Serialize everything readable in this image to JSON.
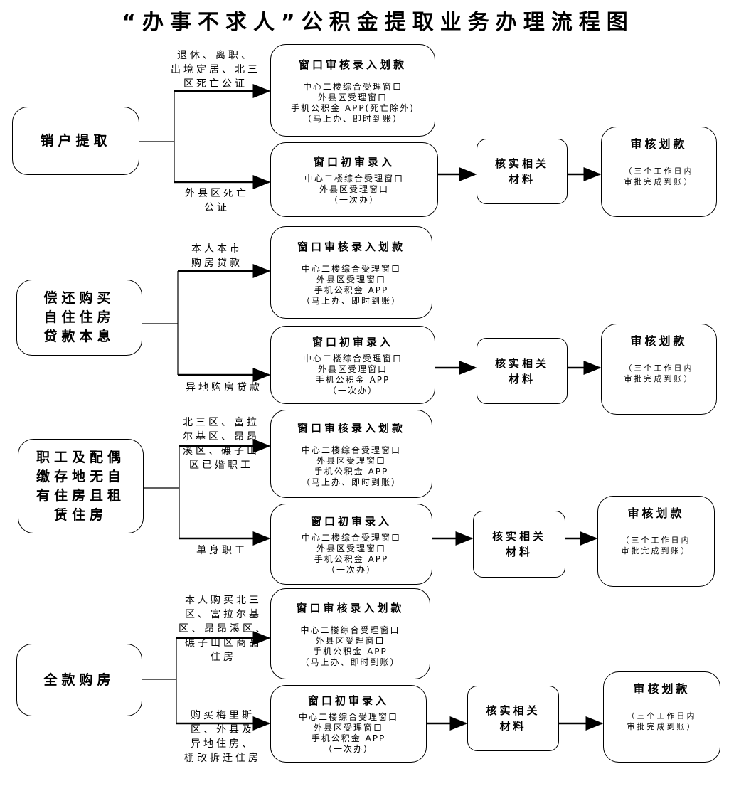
{
  "title": "“办事不求人”公积金提取业务办理流程图",
  "sections": [
    {
      "source": [
        "销户提取"
      ],
      "branch_top": [
        "退休、离职、",
        "出境定居、北三",
        "区死亡公证"
      ],
      "branch_bottom": [
        "外县区死亡",
        "公证"
      ],
      "box_fast": {
        "title": "窗口审核录入划款",
        "lines": [
          "中心二楼综合受理窗口",
          "外县区受理窗口",
          "手机公积金 APP(死亡除外)",
          "（马上办、即时到账）"
        ]
      },
      "box_initial": {
        "title": "窗口初审录入",
        "lines": [
          "中心二楼综合受理窗口",
          "外县区受理窗口",
          "（一次办）"
        ]
      },
      "verify": [
        "核实相关",
        "材料"
      ],
      "approve": {
        "title": "审核划款",
        "lines": [
          "（三个工作日内",
          "审批完成到账）"
        ]
      }
    },
    {
      "source": [
        "偿还购买",
        "自住住房",
        "贷款本息"
      ],
      "branch_top": [
        "本人本市",
        "购房贷款"
      ],
      "branch_bottom": [
        "异地购房贷款"
      ],
      "box_fast": {
        "title": "窗口审核录入划款",
        "lines": [
          "中心二楼综合受理窗口",
          "外县区受理窗口",
          "手机公积金 APP",
          "（马上办、即时到账）"
        ]
      },
      "box_initial": {
        "title": "窗口初审录入",
        "lines": [
          "中心二楼综合受理窗口",
          "外县区受理窗口",
          "手机公积金 APP",
          "（一次办）"
        ]
      },
      "verify": [
        "核实相关",
        "材料"
      ],
      "approve": {
        "title": "审核划款",
        "lines": [
          "（三个工作日内",
          "审批完成到账）"
        ]
      }
    },
    {
      "source": [
        "职工及配偶",
        "缴存地无自",
        "有住房且租",
        "赁住房"
      ],
      "branch_top": [
        "北三区、富拉",
        "尔基区、昂昂",
        "溪区、碾子山",
        "区已婚职工"
      ],
      "branch_bottom": [
        "单身职工"
      ],
      "box_fast": {
        "title": "窗口审核录入划款",
        "lines": [
          "中心二楼综合受理窗口",
          "外县区受理窗口",
          "手机公积金 APP",
          "（马上办、即时到账）"
        ]
      },
      "box_initial": {
        "title": "窗口初审录入",
        "lines": [
          "中心二楼综合受理窗口",
          "外县区受理窗口",
          "手机公积金 APP",
          "（一次办）"
        ]
      },
      "verify": [
        "核实相关",
        "材料"
      ],
      "approve": {
        "title": "审核划款",
        "lines": [
          "（三个工作日内",
          "审批完成到账）"
        ]
      }
    },
    {
      "source": [
        "全款购房"
      ],
      "branch_top": [
        "本人购买北三",
        "区、富拉尔基",
        "区、昂昂溪区、",
        "碾子山区商品",
        "住房"
      ],
      "branch_bottom": [
        "购买梅里斯",
        "区、外县及",
        "异地住房、",
        "棚改拆迁住房"
      ],
      "box_fast": {
        "title": "窗口审核录入划款",
        "lines": [
          "中心二楼综合受理窗口",
          "外县区受理窗口",
          "手机公积金 APP",
          "（马上办、即时到账）"
        ]
      },
      "box_initial": {
        "title": "窗口初审录入",
        "lines": [
          "中心二楼综合受理窗口",
          "外县区受理窗口",
          "手机公积金 APP",
          "（一次办）"
        ]
      },
      "verify": [
        "核实相关",
        "材料"
      ],
      "approve": {
        "title": "审核划款",
        "lines": [
          "（三个工作日内",
          "审批完成到账）"
        ]
      }
    }
  ]
}
